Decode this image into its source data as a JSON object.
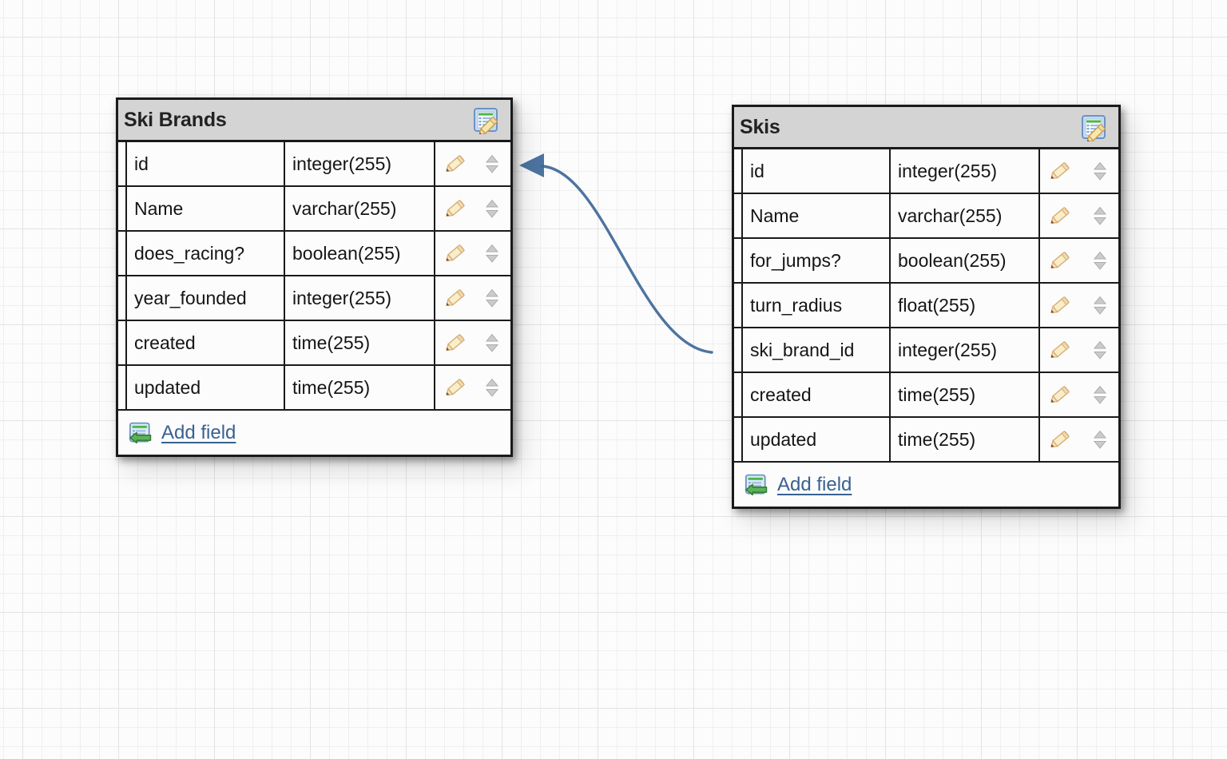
{
  "canvas": {
    "background": "#fcfcfc",
    "grid_minor_color": "#efefef",
    "grid_major_color": "#e3e3e3"
  },
  "relationship": {
    "from_table": "Skis",
    "from_field": "ski_brand_id",
    "to_table": "Ski Brands",
    "to_field": "id",
    "arrow_color": "#3e6899"
  },
  "icons": {
    "edit_table": "table-edit-icon",
    "edit_field": "pencil-icon",
    "reorder_field": "sort-up-down-icon",
    "add_field": "table-add-icon"
  },
  "colors": {
    "table_border": "#1a1a1a",
    "header_background": "#d4d4d4",
    "link": "#3a6191",
    "pencil": "#f8eec9",
    "sort_arrow": "#cbcbcb"
  },
  "tables": [
    {
      "name": "Ski Brands",
      "add_field_label": "Add field",
      "fields": [
        {
          "name": "id",
          "type": "integer(255)"
        },
        {
          "name": "Name",
          "type": "varchar(255)"
        },
        {
          "name": "does_racing?",
          "type": "boolean(255)"
        },
        {
          "name": "year_founded",
          "type": "integer(255)"
        },
        {
          "name": "created",
          "type": "time(255)"
        },
        {
          "name": "updated",
          "type": "time(255)"
        }
      ]
    },
    {
      "name": "Skis",
      "add_field_label": "Add field",
      "fields": [
        {
          "name": "id",
          "type": "integer(255)"
        },
        {
          "name": "Name",
          "type": "varchar(255)"
        },
        {
          "name": "for_jumps?",
          "type": "boolean(255)"
        },
        {
          "name": "turn_radius",
          "type": "float(255)"
        },
        {
          "name": "ski_brand_id",
          "type": "integer(255)"
        },
        {
          "name": "created",
          "type": "time(255)"
        },
        {
          "name": "updated",
          "type": "time(255)"
        }
      ]
    }
  ]
}
